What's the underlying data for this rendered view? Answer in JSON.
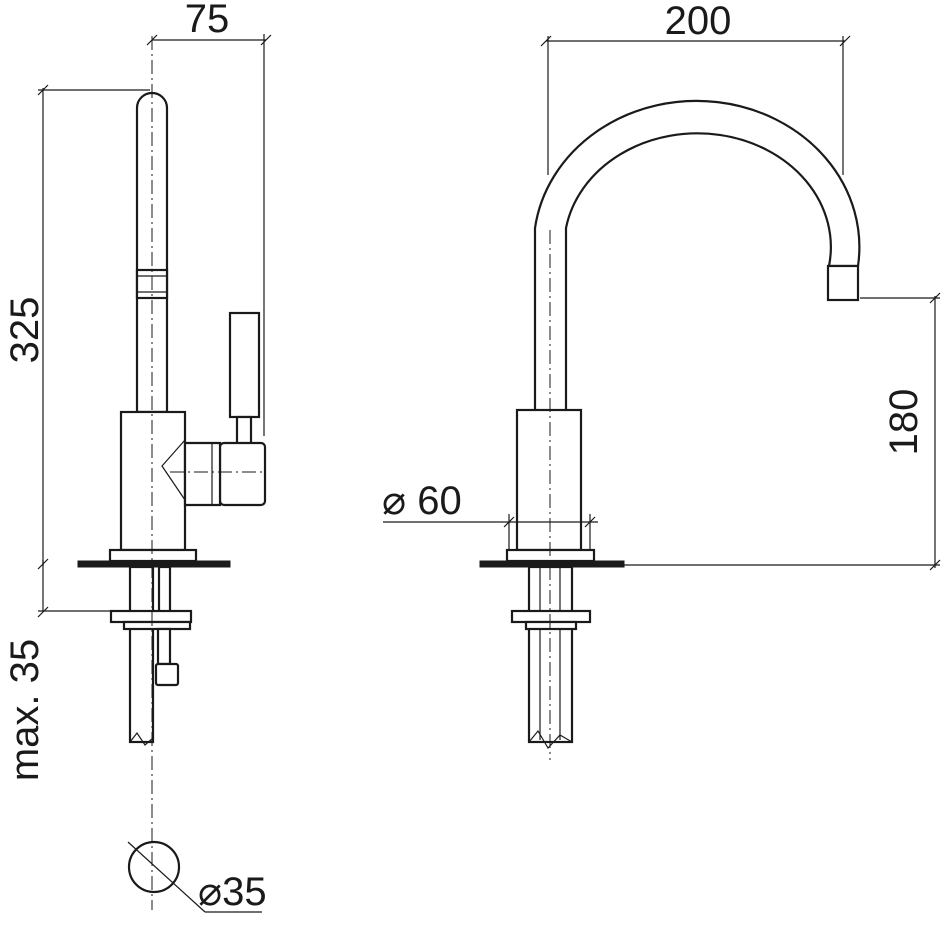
{
  "drawing": {
    "side_view": {
      "height_label": "325",
      "depth_label": "75",
      "below_deck_label": "max. 35",
      "hole_label": "⌀35"
    },
    "front_view": {
      "reach_label": "200",
      "spout_height_label": "180",
      "base_diameter_label": "⌀ 60"
    }
  }
}
